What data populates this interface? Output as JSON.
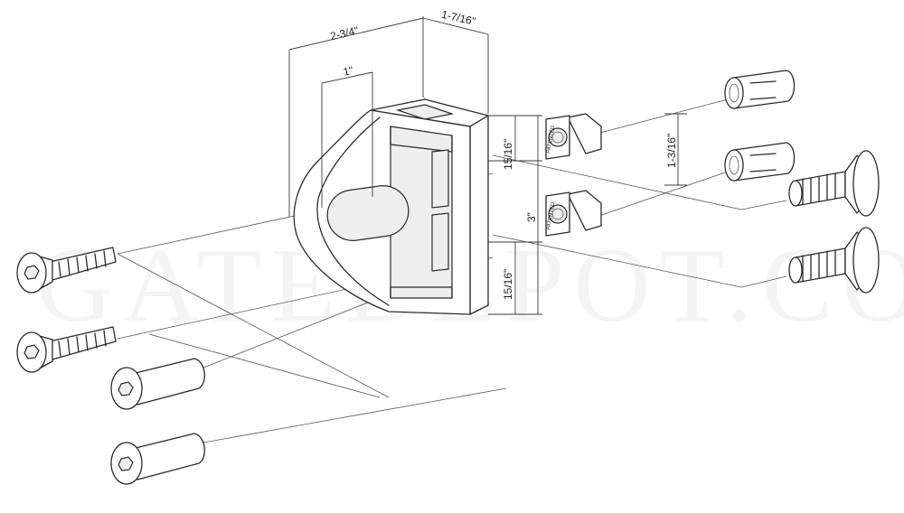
{
  "watermark": "GATEDEPOT.COM",
  "dimensions": {
    "width_2_3_4": "2-3/4\"",
    "depth_1_7_16": "1-7/16\"",
    "slot_1": "1\"",
    "top_15_16": "15/16\"",
    "height_3": "3\"",
    "bottom_15_16": "15/16\"",
    "spacing_1_3_16": "1-3/16\""
  },
  "nut_label": "PATENTED",
  "colors": {
    "line": "#2a2a2a",
    "background": "#ffffff"
  }
}
